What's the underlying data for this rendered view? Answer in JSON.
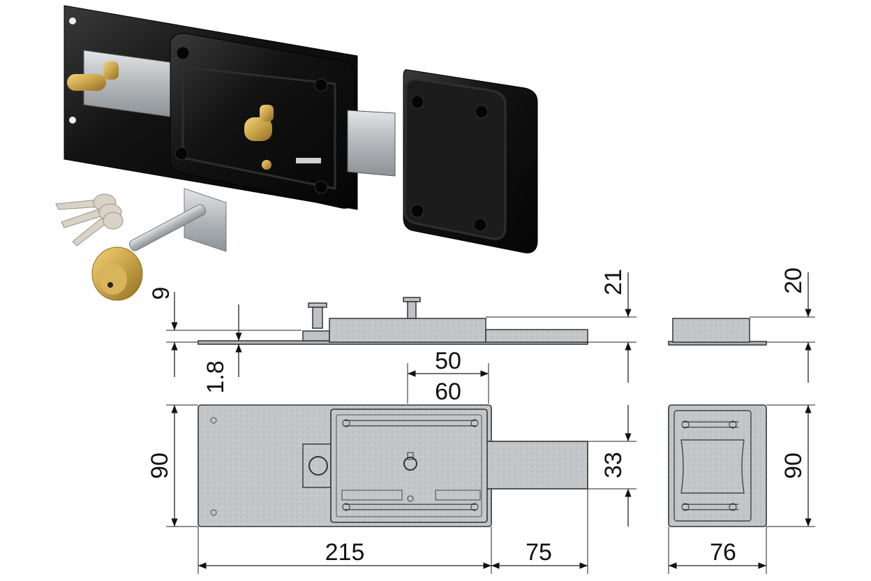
{
  "dimensions": {
    "height_9": "9",
    "thickness_1_8": "1.8",
    "side_height_21": "21",
    "end_height_20": "20",
    "keyhole_50": "50",
    "plate_60": "60",
    "plate_height_90_left": "90",
    "bolt_33": "33",
    "end_height_90_right": "90",
    "length_215": "215",
    "bolt_throw_75": "75",
    "end_width_76": "76"
  },
  "colors": {
    "lock_body": "#161616",
    "brass": "#c9a34a",
    "steel": "#bfc2c5"
  }
}
